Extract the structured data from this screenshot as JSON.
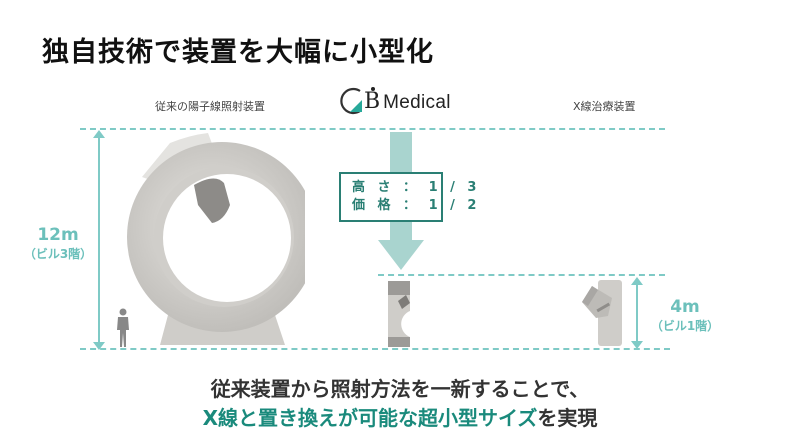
{
  "title": "独自技術で装置を大幅に小型化",
  "labels": {
    "left_device": "従来の陽子線照射装置",
    "right_device": "X線治療装置"
  },
  "logo": {
    "text": "B",
    "suffix": "Medical",
    "accent_color": "#27a99a"
  },
  "callout": {
    "rows": [
      {
        "label": "高さ",
        "sep": "：",
        "value": "1/3",
        "display": "高 さ ： 1 / 3"
      },
      {
        "label": "価格",
        "sep": "：",
        "value": "1/2",
        "display": "価 格 ： 1 / 2"
      }
    ]
  },
  "dimensions": {
    "large": {
      "height": "12m",
      "note": "（ビル3階）"
    },
    "small": {
      "height": "4m",
      "note": "（ビル1階）"
    }
  },
  "bottom": {
    "line1": "従来装置から照射方法を一新することで、",
    "line2_highlight_1": "X線と置き換えが可能な超小型サイズ",
    "line2_tail": "を実現"
  },
  "colors": {
    "teal_line": "#7fcac6",
    "teal_text": "#6cc0bb",
    "callout_border": "#2a7f74",
    "arrow": "#a9d4cf",
    "highlight": "#1a8a7c",
    "device_gray": "#d4d2ce"
  }
}
